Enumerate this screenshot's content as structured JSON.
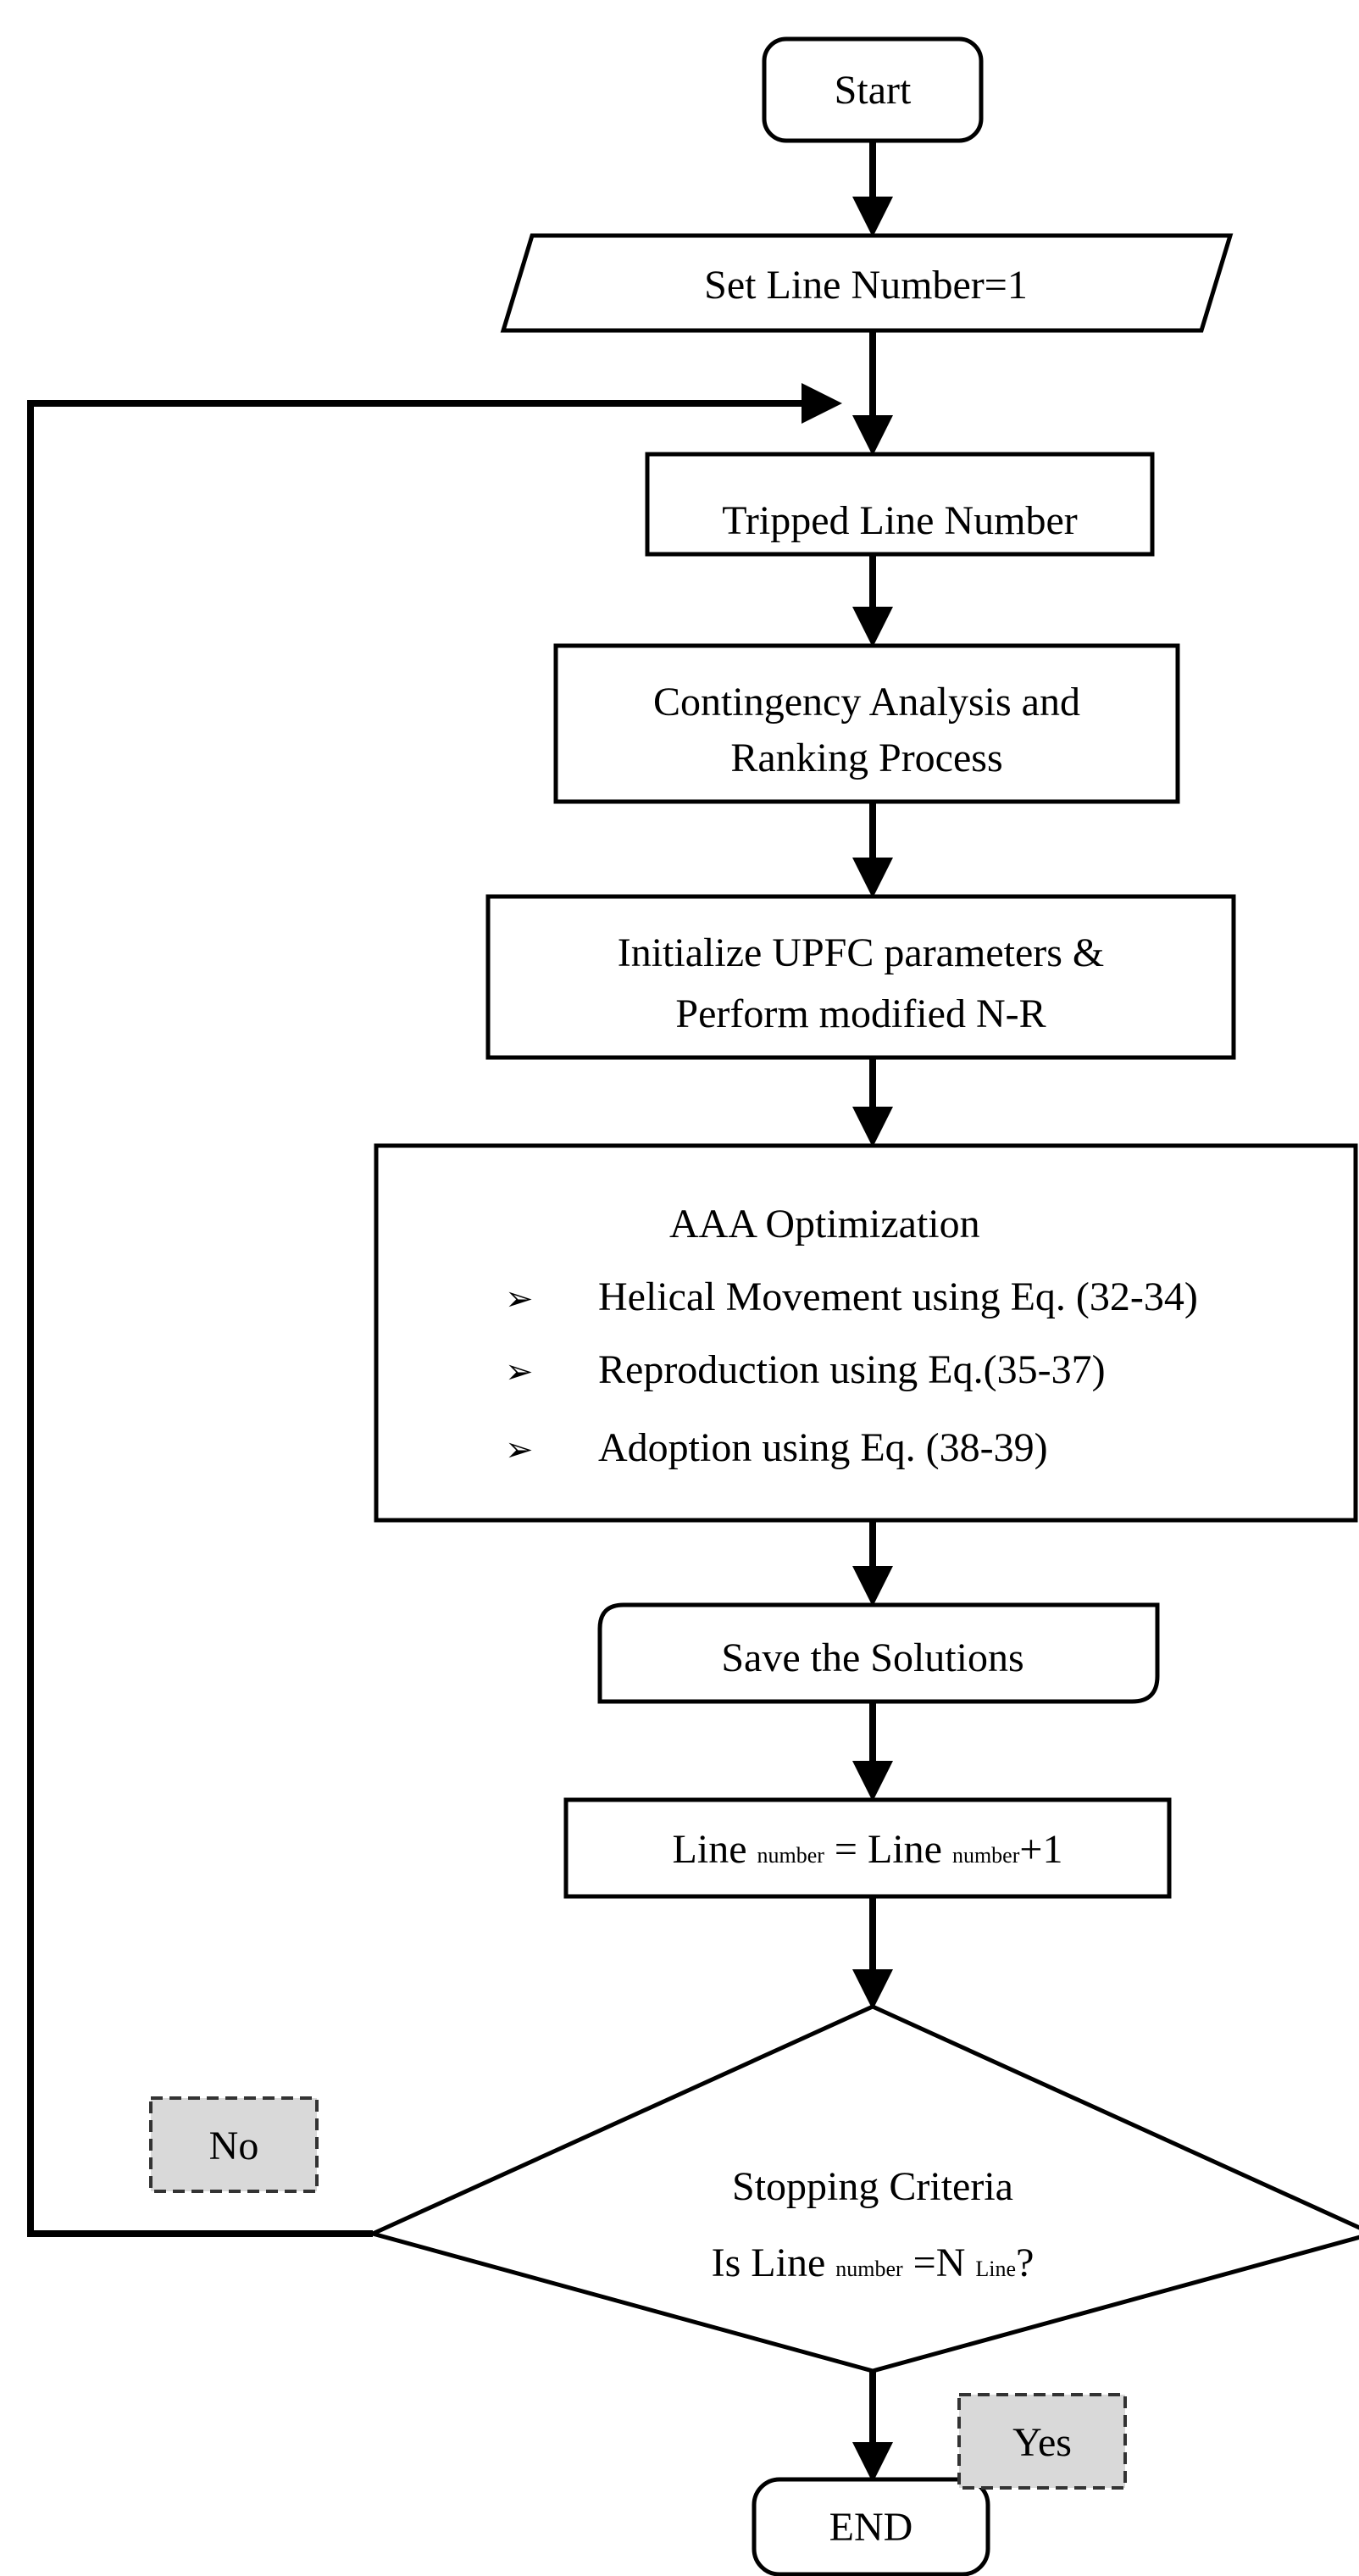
{
  "nodes": {
    "start": {
      "label": "Start"
    },
    "set_line": {
      "label": "Set Line Number=1"
    },
    "tripped": {
      "label": "Tripped Line Number"
    },
    "contingency": {
      "line1": "Contingency Analysis and",
      "line2": "Ranking Process"
    },
    "initialize": {
      "line1": "Initialize UPFC parameters &",
      "line2": "Perform modified N-R"
    },
    "aaa": {
      "title": "AAA Optimization",
      "bullet_glyph": "➢",
      "items": [
        "Helical Movement using Eq. (32-34)",
        "Reproduction using Eq.(35-37)",
        "Adoption using Eq. (38-39)"
      ]
    },
    "save": {
      "label": "Save the Solutions"
    },
    "increment": {
      "part1": "Line ",
      "sub1": "number",
      "part2": " = Line ",
      "sub2": "number",
      "part3": "+1"
    },
    "decision": {
      "line1": "Stopping Criteria",
      "q_part1": "Is Line ",
      "q_sub1": "number",
      "q_part2": " =N ",
      "q_sub2": "Line",
      "q_part3": "?"
    },
    "end": {
      "label": "END"
    }
  },
  "edge_labels": {
    "no": "No",
    "yes": "Yes"
  }
}
